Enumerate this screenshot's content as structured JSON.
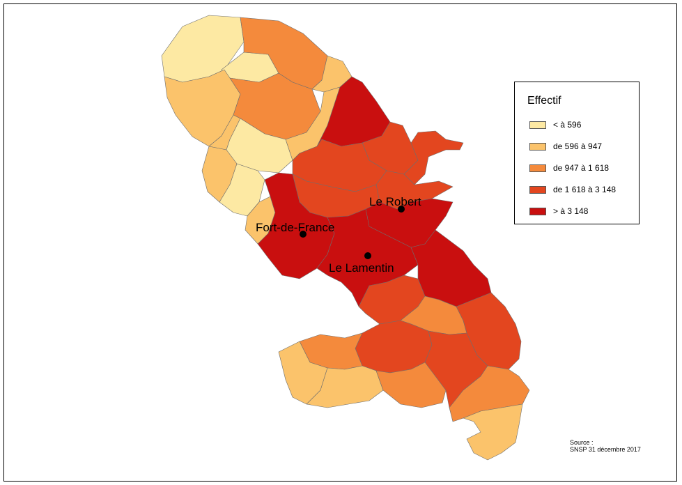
{
  "legend": {
    "title": "Effectif",
    "classes": [
      {
        "label": "< à 596",
        "color": "#fde9a3"
      },
      {
        "label": "de 596 à 947",
        "color": "#fbc36b"
      },
      {
        "label": "de 947 à 1 618",
        "color": "#f48a3c"
      },
      {
        "label": "de 1 618 à 3 148",
        "color": "#e3461f"
      },
      {
        "label": "> à 3 148",
        "color": "#c90f0f"
      }
    ]
  },
  "cities": [
    {
      "name": "Le Robert"
    },
    {
      "name": "Fort-de-France"
    },
    {
      "name": "Le Lamentin"
    }
  ],
  "source": {
    "line1": "Source :",
    "line2": "SNSP 31 décembre 2017"
  }
}
